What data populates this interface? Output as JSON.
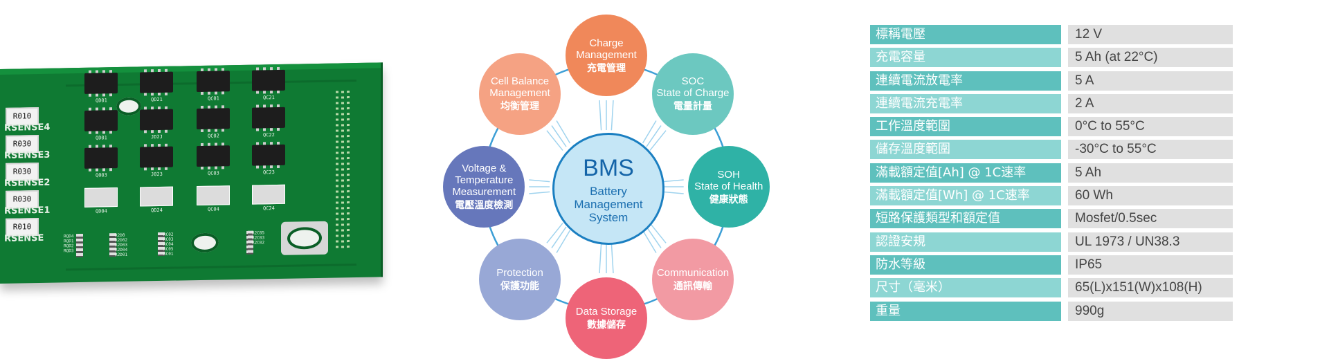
{
  "pcb": {
    "chips": [
      {
        "label": "QD01"
      },
      {
        "label": "QD21"
      },
      {
        "label": "QC01"
      },
      {
        "label": "QC21"
      },
      {
        "label": "QD01"
      },
      {
        "label": "JD2J"
      },
      {
        "label": "QC02"
      },
      {
        "label": "QC22"
      },
      {
        "label": "Q003"
      },
      {
        "label": "J023"
      },
      {
        "label": "QC03"
      },
      {
        "label": "QC23"
      },
      {
        "label": "QD04"
      },
      {
        "label": "QD24"
      },
      {
        "label": "QC04"
      },
      {
        "label": "QC24"
      }
    ],
    "resistors": [
      {
        "code": "R010",
        "name": "RSENSE4"
      },
      {
        "code": "R030",
        "name": "RSENSE3"
      },
      {
        "code": "R030",
        "name": "RSENSE2"
      },
      {
        "code": "R030",
        "name": "RSENSE1"
      },
      {
        "code": "R010",
        "name": "RSENSE"
      }
    ],
    "small_res_groups": [
      {
        "lines": [
          "RQD4",
          "RQD1",
          "RQD2",
          "RQD3"
        ]
      },
      {
        "lines": [
          "R2D0",
          "R2D02",
          "R2D03",
          "R2D04",
          "R2D01"
        ]
      },
      {
        "lines": [
          "RC02",
          "RC03",
          "RC04",
          "RC05",
          "RC01"
        ]
      },
      {
        "lines": [
          "R2C05",
          "R2C03",
          "R2C02"
        ]
      }
    ]
  },
  "bms": {
    "center": {
      "title": "BMS",
      "line1": "Battery",
      "line2": "Management",
      "line3": "System",
      "color": "#c5e6f6",
      "border": "#1b7fc1"
    },
    "nodes": [
      {
        "id": "charge",
        "en": [
          "Charge",
          "Management"
        ],
        "zh": "充電管理",
        "color": "#f0885a"
      },
      {
        "id": "soc",
        "en": [
          "SOC",
          "State of Charge"
        ],
        "zh": "電量計量",
        "color": "#6cc8c0"
      },
      {
        "id": "soh",
        "en": [
          "SOH",
          "State of Health"
        ],
        "zh": "健康狀態",
        "color": "#2fb2a6"
      },
      {
        "id": "communication",
        "en": [
          "Communication"
        ],
        "zh": "通訊傳輸",
        "color": "#f29aa3"
      },
      {
        "id": "data-storage",
        "en": [
          "Data Storage"
        ],
        "zh": "數據儲存",
        "color": "#ee6478"
      },
      {
        "id": "protection",
        "en": [
          "Protection"
        ],
        "zh": "保護功能",
        "color": "#98a8d6"
      },
      {
        "id": "voltage",
        "en": [
          "Voltage &",
          "Temperature",
          "Measurement"
        ],
        "zh": "電壓溫度檢測",
        "color": "#6677bb"
      },
      {
        "id": "cell-balance",
        "en": [
          "Cell Balance",
          "Management"
        ],
        "zh": "均衡管理",
        "color": "#f5a283"
      }
    ]
  },
  "specs": [
    {
      "key": "標稱電壓",
      "value": "12 V"
    },
    {
      "key": "充電容量",
      "value": "5 Ah (at 22°C)"
    },
    {
      "key": "連續電流放電率",
      "value": "5 A"
    },
    {
      "key": "連續電流充電率",
      "value": "2 A"
    },
    {
      "key": "工作溫度範圍",
      "value": "0°C to 55°C"
    },
    {
      "key": "儲存溫度範圍",
      "value": "-30°C to 55°C"
    },
    {
      "key": "滿載額定值[Ah] @ 1C速率",
      "value": "5 Ah"
    },
    {
      "key": "滿載額定值[Wh] @ 1C速率",
      "value": "60 Wh"
    },
    {
      "key": "短路保護類型和額定值",
      "value": "Mosfet/0.5sec"
    },
    {
      "key": "認證安規",
      "value": "UL 1973 / UN38.3"
    },
    {
      "key": "防水等級",
      "value": "IP65"
    },
    {
      "key": "尺寸（毫米）",
      "value": "65(L)x151(W)x108(H)"
    },
    {
      "key": "重量",
      "value": "990g"
    }
  ]
}
